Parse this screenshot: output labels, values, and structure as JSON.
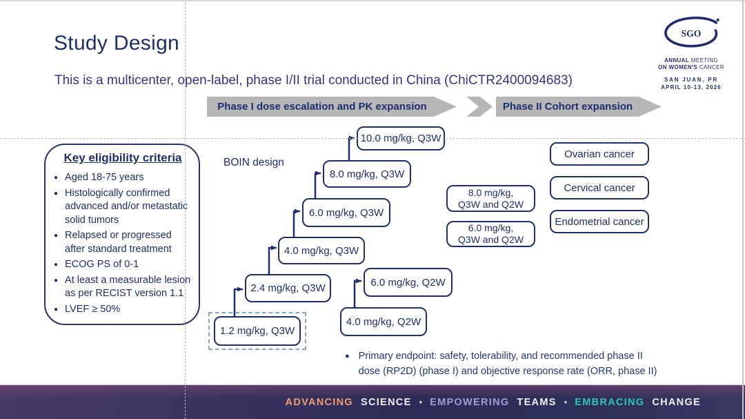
{
  "header": {
    "title": "Study Design",
    "subtitle": "This is a multicenter, open-label, phase I/II trial conducted in China (ChiCTR2400094683)"
  },
  "logo": {
    "acronym": "SGO",
    "meeting_bold1": "ANNUAL",
    "meeting_rest1": " MEETING",
    "meeting_bold2": "ON WOMEN'S",
    "meeting_rest2": " CANCER",
    "location": "SAN JUAN, PR",
    "dates": "APRIL 10-13, 2026"
  },
  "banners": [
    "Phase I dose escalation and PK expansion",
    "Phase II Cohort expansion"
  ],
  "boin_label": "BOIN design",
  "eligibility": {
    "title": "Key eligibility criteria",
    "items": [
      "Aged 18-75 years",
      "Histologically confirmed\nadvanced and/or metastatic\nsolid tumors",
      "Relapsed or progressed\nafter standard treatment",
      "ECOG PS of 0-1",
      "At least a measurable lesion\nas per RECIST version 1.1",
      "LVEF ≥ 50%"
    ]
  },
  "dose_escalation": [
    "1.2 mg/kg, Q3W",
    "2.4 mg/kg, Q3W",
    "4.0 mg/kg, Q3W",
    "6.0 mg/kg, Q3W",
    "8.0 mg/kg, Q3W",
    "10.0 mg/kg, Q3W"
  ],
  "q2w_branch": [
    "4.0 mg/kg, Q2W",
    "6.0 mg/kg, Q2W"
  ],
  "pk_expansion": [
    "8.0 mg/kg,\nQ3W and Q2W",
    "6.0 mg/kg,\nQ3W and Q2W"
  ],
  "phase2_cohorts": [
    "Ovarian cancer",
    "Cervical cancer",
    "Endometrial cancer"
  ],
  "endpoint": "Primary endpoint: safety, tolerability, and recommended phase II\ndose (RP2D) (phase I) and objective response rate (ORR, phase II)",
  "footer": {
    "advancing": "ADVANCING",
    "science": "SCIENCE",
    "empowering": "EMPOWERING",
    "teams": "TEAMS",
    "embracing": "EMBRACING",
    "change": "CHANGE"
  },
  "glyphs": {
    "bullet": "●",
    "separator": "•"
  },
  "colors": {
    "navy": "#1e2d6e",
    "title_navy": "#1c2f6a",
    "subtitle_blue": "#34338a",
    "banner_gray": "#b7b7b7",
    "highlight_dash_blue": "#84a7c6",
    "footer_advancing": "#ee9e6e",
    "footer_empowering": "#a79bd4",
    "footer_embracing": "#2ec4b6"
  }
}
